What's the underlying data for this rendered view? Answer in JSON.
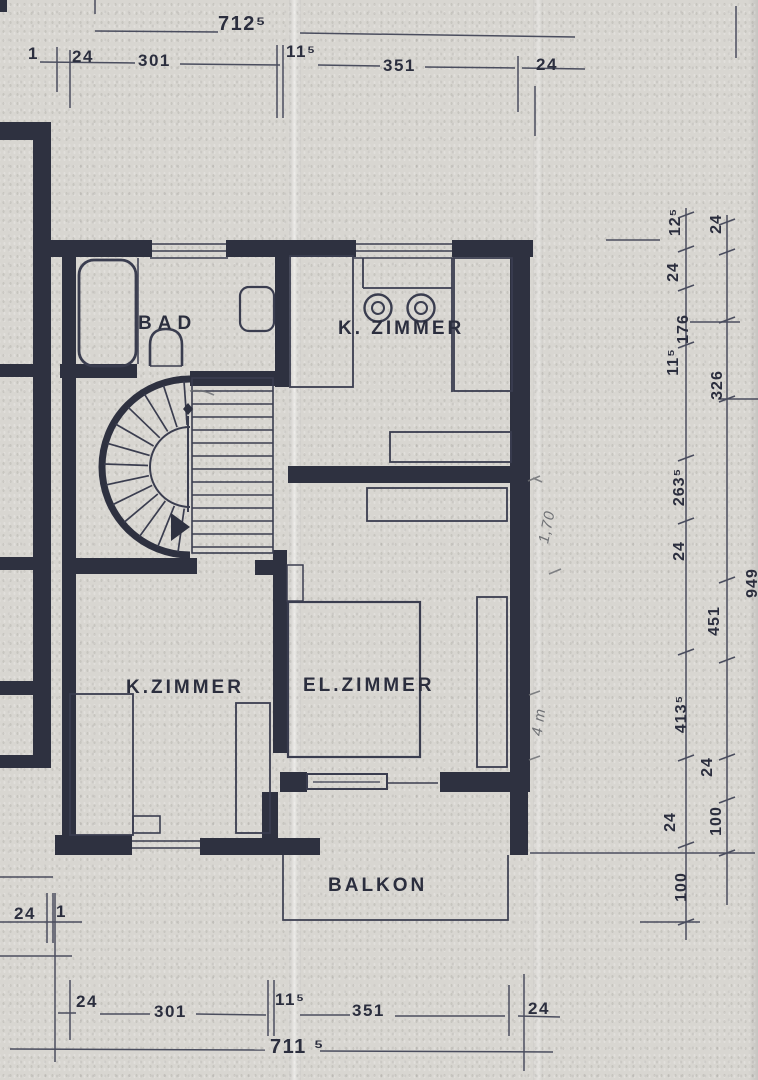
{
  "rooms": {
    "bad": "BAD",
    "kzimmer_top": "K. ZIMMER",
    "kzimmer_bottom": "K.ZIMMER",
    "elzimmer": "EL.ZIMMER",
    "balkon": "BALKON"
  },
  "dimensions": {
    "top": {
      "total": "712⁵",
      "chain": [
        "1",
        "24",
        "301",
        "11⁵",
        "351",
        "24"
      ]
    },
    "bottom": {
      "left_marks": [
        "24",
        "1"
      ],
      "chain": [
        "24",
        "301",
        "11⁵",
        "351",
        "24"
      ],
      "total": "711 ⁵"
    },
    "right": {
      "inner": [
        "12⁵",
        "24",
        "176",
        "11⁵",
        "263⁵",
        "24",
        "413⁵",
        "24",
        "100"
      ],
      "outer": [
        "24",
        "326",
        "451",
        "24",
        "100"
      ],
      "edge_total": "949"
    }
  },
  "annotations": {
    "pencil_width": "1,70",
    "pencil_height": "4 m"
  },
  "colors": {
    "paper": "#d8d6d1",
    "ink": "#2e3140",
    "ink-line": "#3a3d4f",
    "dim": "#4a4d5e",
    "pencil": "#6f7175",
    "text": "#2b2e3e"
  }
}
